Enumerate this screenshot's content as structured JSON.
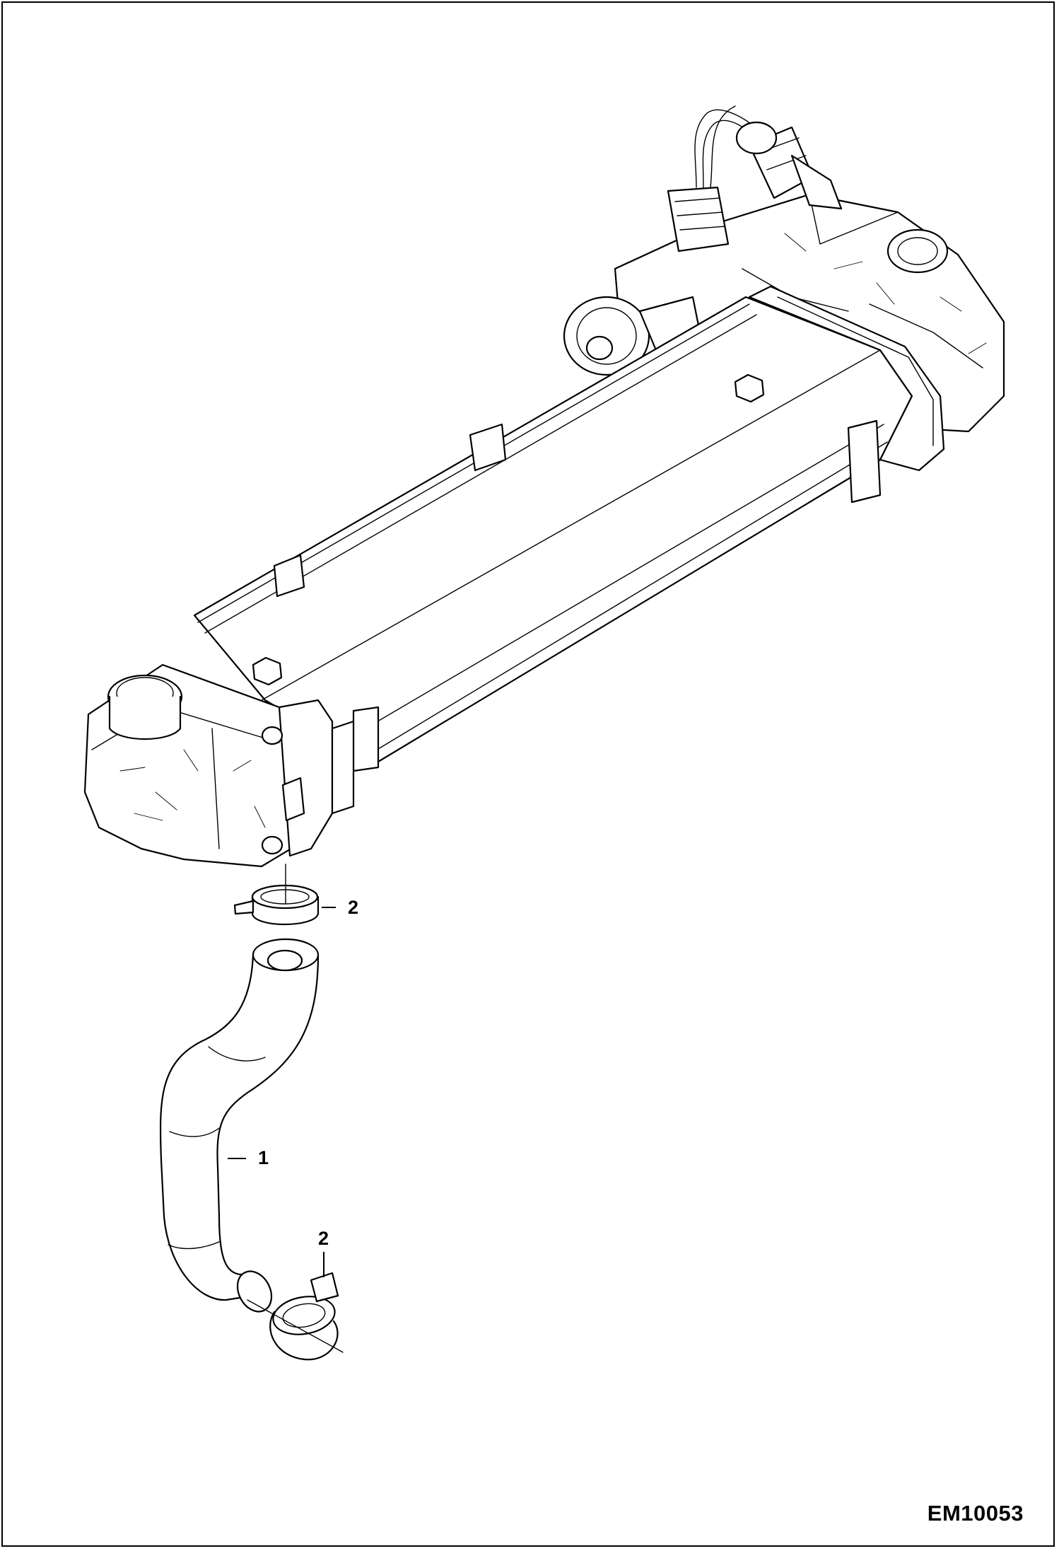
{
  "figure_id": "EM10053",
  "callouts": [
    {
      "id": "hose",
      "label": "1"
    },
    {
      "id": "upper-clamp",
      "label": "2"
    },
    {
      "id": "lower-clamp",
      "label": "2"
    }
  ],
  "colors": {
    "line": "#000000",
    "background": "#ffffff"
  }
}
